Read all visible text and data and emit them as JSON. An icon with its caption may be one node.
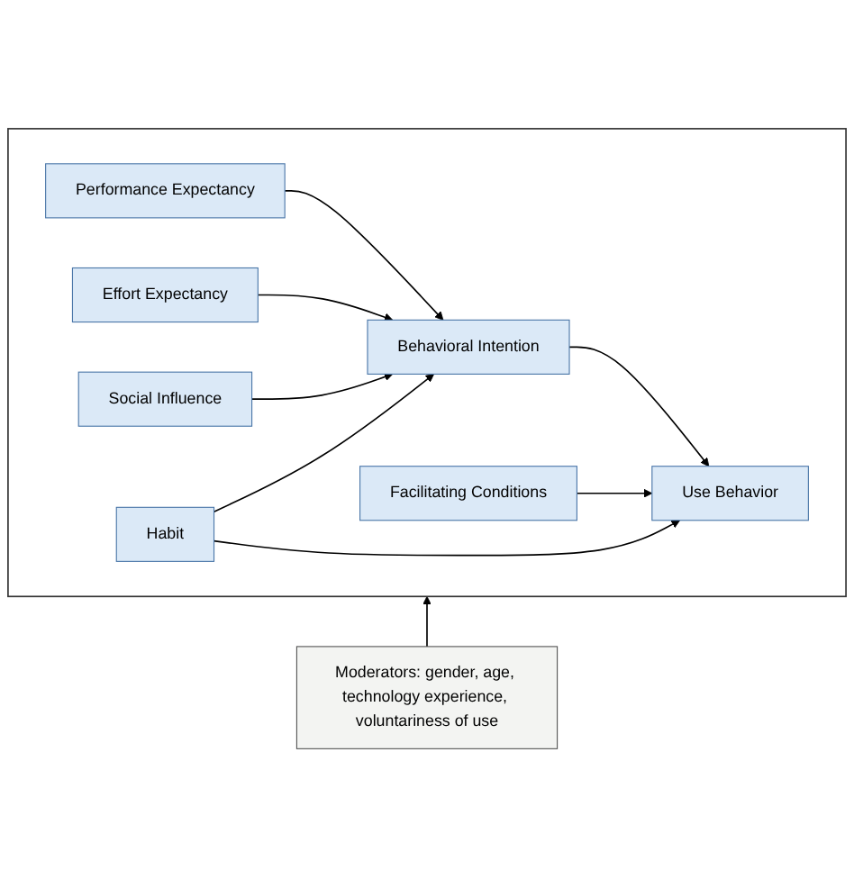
{
  "diagram": {
    "nodes": [
      {
        "text": [],
        "shape": "box"
      },
      {
        "text": [
          "Performance Expectancy"
        ],
        "in": 0
      },
      {
        "text": [
          "Effort Expectancy"
        ],
        "in": 0
      },
      {
        "text": [
          "Social Influence"
        ],
        "in": 0
      },
      {
        "text": [
          "Facilitating Conditions"
        ],
        "in": 0
      },
      {
        "text": [
          "Habit"
        ],
        "in": 0
      },
      {
        "text": [
          "Behavioral Intention"
        ],
        "in": 0
      },
      {
        "text": [
          "Use Behavior"
        ],
        "in": 0
      },
      {
        "text": [
          "Moderators: gender, age, technology experience, voluntariness of use"
        ]
      }
    ],
    "edges": [
      {
        "from": 1,
        "to": 6,
        "arrow": "to"
      },
      {
        "from": 2,
        "to": 6,
        "arrow": "to"
      },
      {
        "from": 3,
        "to": 6,
        "arrow": "to"
      },
      {
        "from": 5,
        "to": 6,
        "arrow": "to"
      },
      {
        "from": 4,
        "to": 7,
        "arrow": "to"
      },
      {
        "from": 5,
        "to": 7,
        "arrow": "to"
      },
      {
        "from": 6,
        "to": 7,
        "arrow": "to"
      },
      {
        "from": 8,
        "to": 0,
        "arrow": "to"
      }
    ]
  }
}
